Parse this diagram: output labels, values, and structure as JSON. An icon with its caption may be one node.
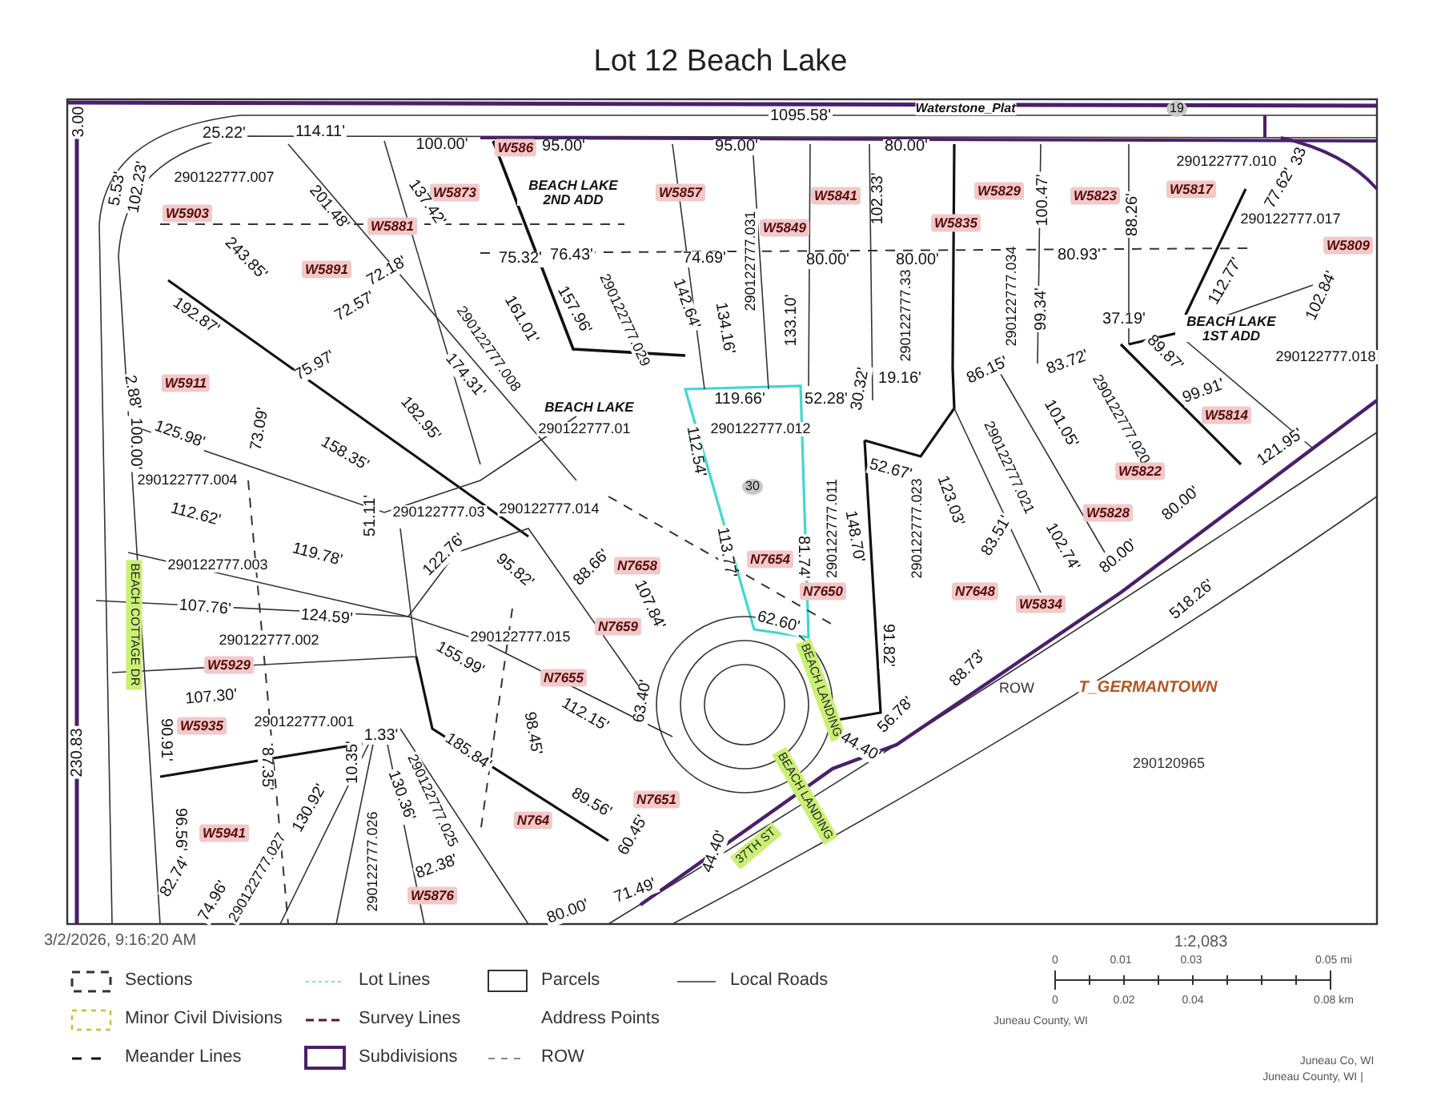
{
  "diagram": {
    "title": "Lot 12 Beach Lake",
    "labels": [
      "1095.58'",
      "Waterstone_Plat",
      "19",
      "3.00",
      "25.22'",
      "114.11'",
      "100.00'",
      "W586",
      "95.00'",
      "95.00'",
      "80.00'",
      "5.53'",
      "102.23'",
      "290122777.007",
      "BEACH LAKE 2ND ADD",
      "W5873",
      "W5857",
      "W5841",
      "W5829",
      "W5823",
      "W5817",
      "290122777.010",
      "33",
      "W5903",
      "201.48'",
      "137.42'",
      "W5881",
      "W5849",
      "290122777.031",
      "102.33'",
      "W5835",
      "100.47'",
      "88.26'",
      "77.62'",
      "290122777.017",
      "W5809",
      "243.85'",
      "W5891",
      "72.18'",
      "75.32'",
      "76.43'",
      "74.69'",
      "80.00'",
      "80.00'",
      "290122777.33",
      "290122777.034",
      "80.93'",
      "112.77'",
      "102.84'",
      "72.57'",
      "161.01'",
      "157.96'",
      "290122777.029",
      "142.64'",
      "134.16'",
      "133.10'",
      "99.34'",
      "37.19'",
      "BEACH LAKE 1ST ADD",
      "290122777.018",
      "192.87'",
      "290122777.008",
      "174.31'",
      "W5911",
      "75.97'",
      "182.95'",
      "119.66'",
      "52.28'",
      "30.32'",
      "19.16'",
      "86.15'",
      "83.72'",
      "89.87'",
      "2.88'",
      "100.00'",
      "125.98'",
      "73.09'",
      "158.35'",
      "BEACH LAKE",
      "290122777.01",
      "112.54'",
      "290122777.012",
      "101.05'",
      "290122777.020",
      "99.91'",
      "W5814",
      "290122777.021",
      "290122777.004",
      "52.67'",
      "121.95'",
      "290122777.011",
      "148.70'",
      "123.03'",
      "W5822",
      "30",
      "112.62'",
      "290122777.03",
      "290122777.014",
      "51.11'",
      "119.78'",
      "290122777.003",
      "122.76'",
      "95.82'",
      "88.66'",
      "107.84'",
      "N7658",
      "113.77'",
      "N7654",
      "81.74'",
      "N7650",
      "W5828",
      "83.51'",
      "102.74'",
      "80.00'",
      "80.00'",
      "107.76'",
      "124.59'",
      "290122777.002",
      "290122777.015",
      "N7659",
      "N7655",
      "N7648",
      "W5834",
      "290122777.023",
      "91.82'",
      "62.60'",
      "W5929",
      "155.99'",
      "107.30'",
      "112.15'",
      "63.40'",
      "98.45'",
      "BEACH LANDING",
      "88.73'",
      "ROW",
      "T_GERMANTOWN",
      "518.26'",
      "BEACH COTTAGE DR",
      "230.83",
      "W5935",
      "90.91'",
      "290122777.001",
      "87.35'",
      "10.35'",
      "1.33'",
      "185.84'",
      "44.40'",
      "56.78'",
      "290120965",
      "130.92'",
      "130.36'",
      "290122777.025",
      "96.56'",
      "W5941",
      "N7651",
      "N764",
      "89.56'",
      "60.45'",
      "BEACH LANDING",
      "44.40'",
      "290122777.027",
      "82.74'",
      "74.96'",
      "290122777.026",
      "82.38'",
      "W5876",
      "71.49'",
      "37TH ST",
      "80.00'",
      "3/2/2026, 9:16:20 AM",
      "1:2,083",
      "0",
      "0.01",
      "0.03",
      "0.05 mi",
      "0",
      "0.02",
      "0.04",
      "0.08 km",
      "Juneau County, WI",
      "Juneau Co, WI",
      "Juneau County, WI |"
    ],
    "legend": [
      {
        "text": "Sections"
      },
      {
        "text": "Lot Lines"
      },
      {
        "text": "Parcels"
      },
      {
        "text": "Local Roads"
      },
      {
        "text": "Minor Civil Divisions"
      },
      {
        "text": "Survey Lines"
      },
      {
        "text": "Address Points"
      },
      {
        "text": "Meander Lines"
      },
      {
        "text": "Subdivisions"
      },
      {
        "text": "ROW"
      }
    ]
  }
}
